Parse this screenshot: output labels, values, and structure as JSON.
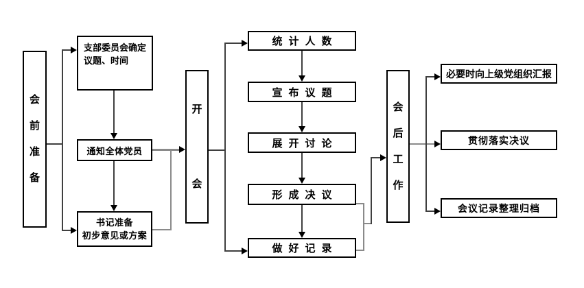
{
  "diagram": {
    "stages": {
      "pre": {
        "label": "会\n前\n准\n备"
      },
      "meeting": {
        "label": "开\n会"
      },
      "post": {
        "label": "会\n后\n工\n作"
      }
    },
    "pre_steps": {
      "topic": {
        "label": "支部委员会确定\n议题、时间"
      },
      "notify": {
        "label": "通知全体党员"
      },
      "secretary": {
        "label": "书记准备\n初步意见或方案"
      }
    },
    "meeting_steps": {
      "count": {
        "label": "统计人数"
      },
      "announce": {
        "label": "宣布议题"
      },
      "discuss": {
        "label": "展开讨论"
      },
      "resolve": {
        "label": "形成决议"
      },
      "record": {
        "label": "做好记录"
      }
    },
    "post_steps": {
      "report": {
        "label": "必要时向上级党组织汇报"
      },
      "implement": {
        "label": "贯彻落实决议"
      },
      "archive": {
        "label": "会议记录整理归档"
      }
    },
    "colors": {
      "background": "#ffffff",
      "box_border": "#000000",
      "text": "#000000",
      "connector": "#3f3f3f",
      "connector_gray": "#8a8a8a"
    }
  }
}
